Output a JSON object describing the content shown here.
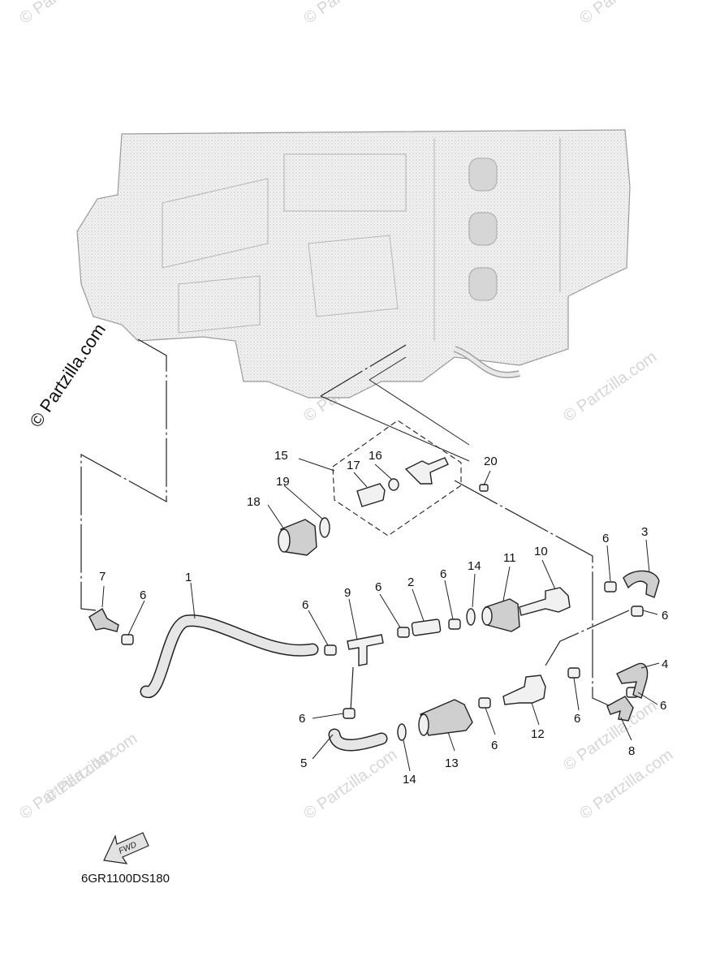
{
  "diagram": {
    "code": "6GR1100DS180",
    "fwd_label": "FWD",
    "watermark_main": "© Partzilla.com",
    "watermark_tile": "© Partzilla.com"
  },
  "callouts": [
    {
      "id": "c1",
      "text": "1"
    },
    {
      "id": "c2",
      "text": "2"
    },
    {
      "id": "c3",
      "text": "3"
    },
    {
      "id": "c4",
      "text": "4"
    },
    {
      "id": "c5",
      "text": "5"
    },
    {
      "id": "c6a",
      "text": "6"
    },
    {
      "id": "c6b",
      "text": "6"
    },
    {
      "id": "c6c",
      "text": "6"
    },
    {
      "id": "c6d",
      "text": "6"
    },
    {
      "id": "c6e",
      "text": "6"
    },
    {
      "id": "c6f",
      "text": "6"
    },
    {
      "id": "c6g",
      "text": "6"
    },
    {
      "id": "c6h",
      "text": "6"
    },
    {
      "id": "c6i",
      "text": "6"
    },
    {
      "id": "c6j",
      "text": "6"
    },
    {
      "id": "c7",
      "text": "7"
    },
    {
      "id": "c8",
      "text": "8"
    },
    {
      "id": "c9",
      "text": "9"
    },
    {
      "id": "c10",
      "text": "10"
    },
    {
      "id": "c11",
      "text": "11"
    },
    {
      "id": "c12",
      "text": "12"
    },
    {
      "id": "c13",
      "text": "13"
    },
    {
      "id": "c14a",
      "text": "14"
    },
    {
      "id": "c14b",
      "text": "14"
    },
    {
      "id": "c15",
      "text": "15"
    },
    {
      "id": "c16",
      "text": "16"
    },
    {
      "id": "c17",
      "text": "17"
    },
    {
      "id": "c18",
      "text": "18"
    },
    {
      "id": "c19",
      "text": "19"
    },
    {
      "id": "c20",
      "text": "20"
    }
  ]
}
